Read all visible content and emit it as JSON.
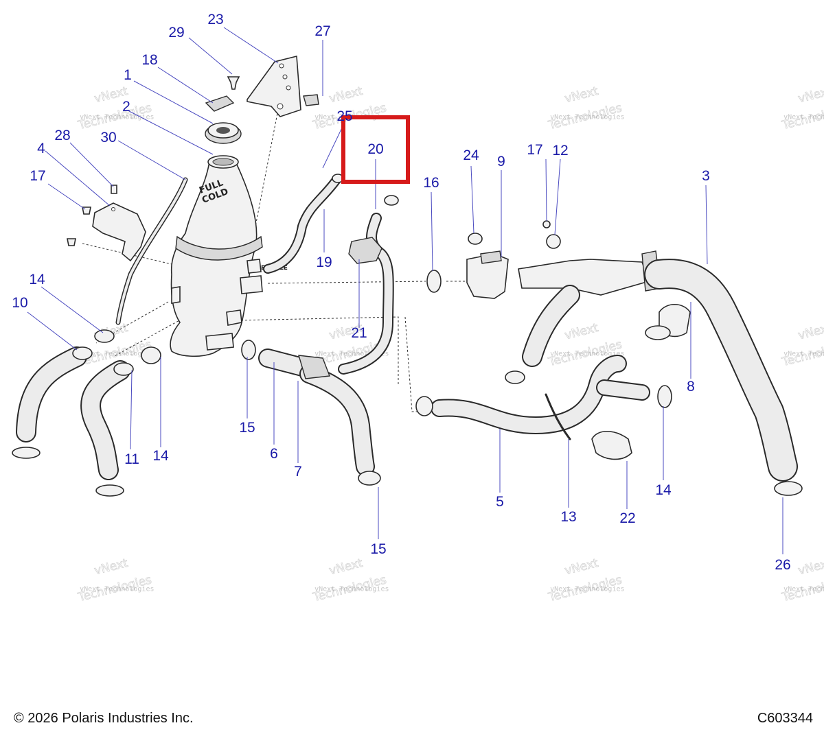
{
  "diagram": {
    "callouts": [
      "23",
      "29",
      "27",
      "18",
      "1",
      "2",
      "25",
      "20",
      "28",
      "30",
      "4",
      "17",
      "24",
      "9",
      "17",
      "12",
      "16",
      "3",
      "19",
      "14",
      "10",
      "21",
      "8",
      "15",
      "6",
      "11",
      "14",
      "7",
      "5",
      "13",
      "22",
      "14",
      "15",
      "26"
    ],
    "highlighted_callout": "20",
    "highlight_color": "#d61a1a",
    "callout_color": "#1a1aa8",
    "tank_label": [
      "FULL",
      "COLD"
    ],
    "bottle_label": "BOTTLE",
    "watermark_small": "vNext Technologies",
    "watermark_large": [
      "vNext",
      "Technologies"
    ]
  },
  "footer": {
    "copyright": "© 2026 Polaris Industries Inc.",
    "diagram_id": "C603344"
  }
}
